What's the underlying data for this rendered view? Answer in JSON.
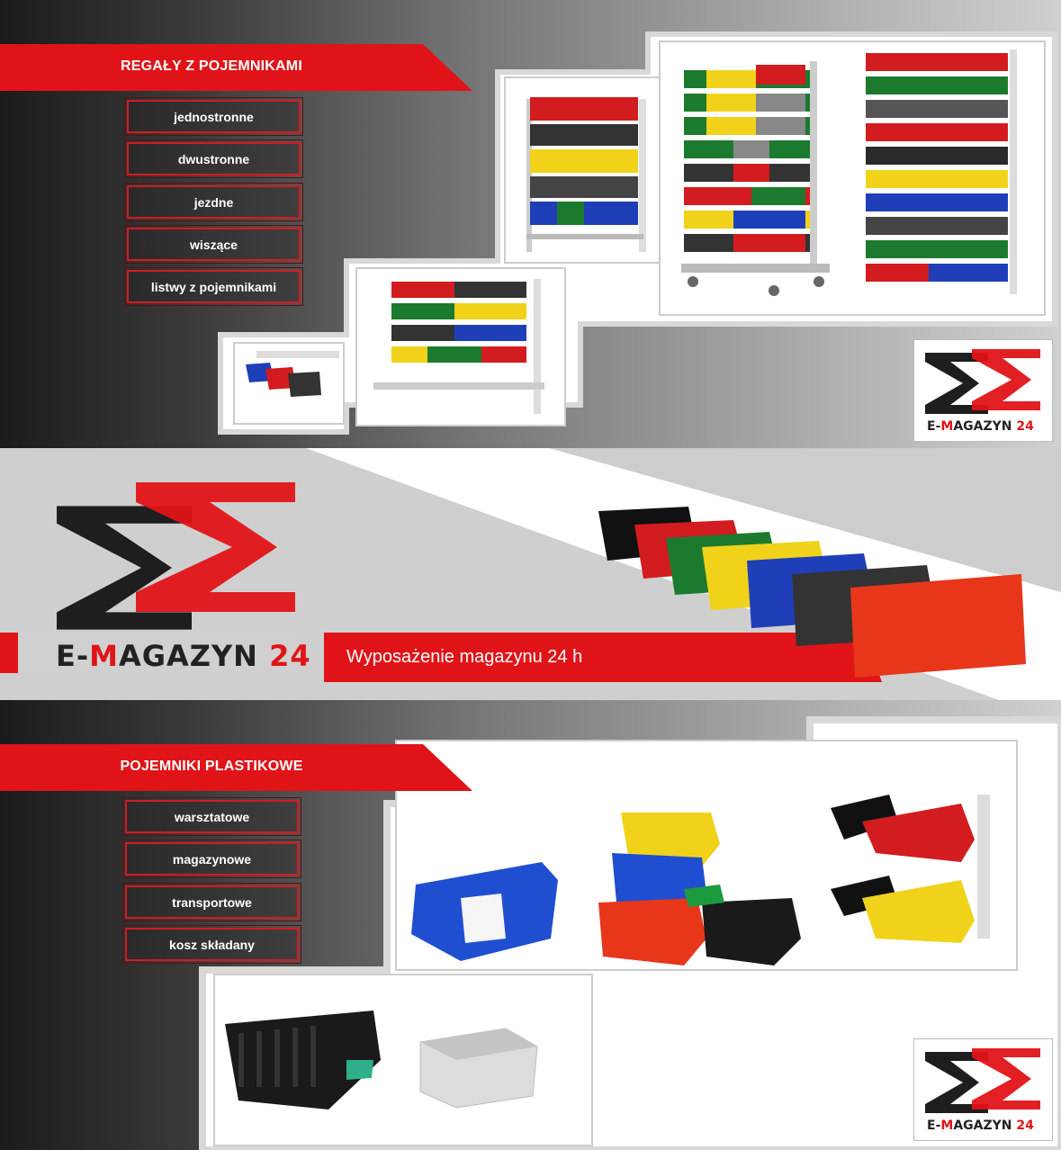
{
  "brand": {
    "name_part1": "E-",
    "name_highlight": "M",
    "name_part2": "AGAZYN",
    "name_number": "24",
    "colors": {
      "red": "#e01418",
      "black": "#1e1e1e",
      "gray": "#cfcfcf"
    }
  },
  "section_racks": {
    "heading": "REGAŁY Z POJEMNIKAMI",
    "items": [
      "jednostronne",
      "dwustronne",
      "jezdne",
      "wiszące",
      "listwy z pojemnikami"
    ]
  },
  "banner": {
    "tagline": "Wyposażenie magazynu 24 h"
  },
  "section_bins": {
    "heading": "POJEMNIKI PLASTIKOWE",
    "items": [
      "warsztatowe",
      "magazynowe",
      "transportowe",
      "kosz składany"
    ]
  },
  "icons": [
    "brand-logo-icon",
    "rack-icon",
    "bin-icon",
    "crate-icon"
  ]
}
